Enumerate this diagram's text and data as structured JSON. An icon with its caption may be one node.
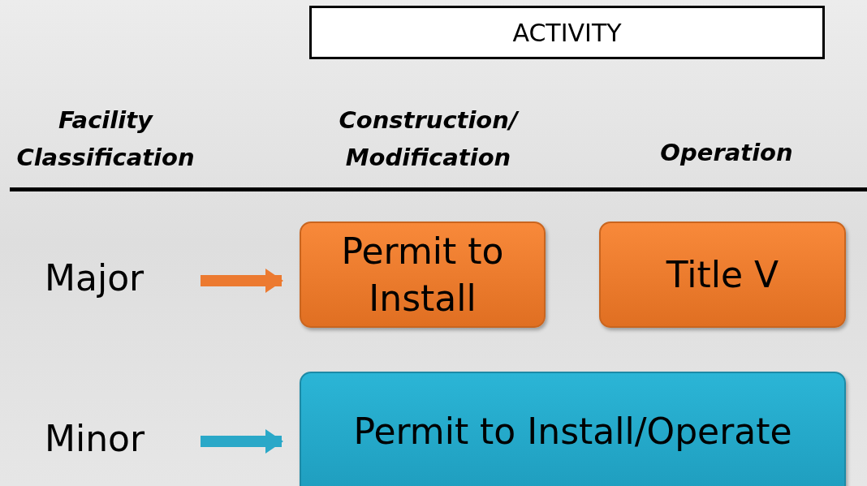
{
  "diagram": {
    "nodes": [
      {
        "text": [
          "ACTIVITY"
        ]
      },
      {
        "text": [
          "Major"
        ]
      },
      {
        "text": [
          "Permit to Install"
        ]
      },
      {
        "text": [
          "Title V"
        ]
      },
      {
        "text": [
          "Minor"
        ]
      },
      {
        "text": [
          "Permit to Install/Operate"
        ]
      }
    ],
    "edges": [
      {
        "from": 1,
        "to": 2,
        "arrow": "to",
        "color": "#ec7a30"
      },
      {
        "from": 4,
        "to": 5,
        "arrow": "to",
        "color": "#2aa8c8"
      }
    ],
    "labels": [
      "Facility Classification",
      "Construction/ Modification",
      "Operation"
    ]
  }
}
